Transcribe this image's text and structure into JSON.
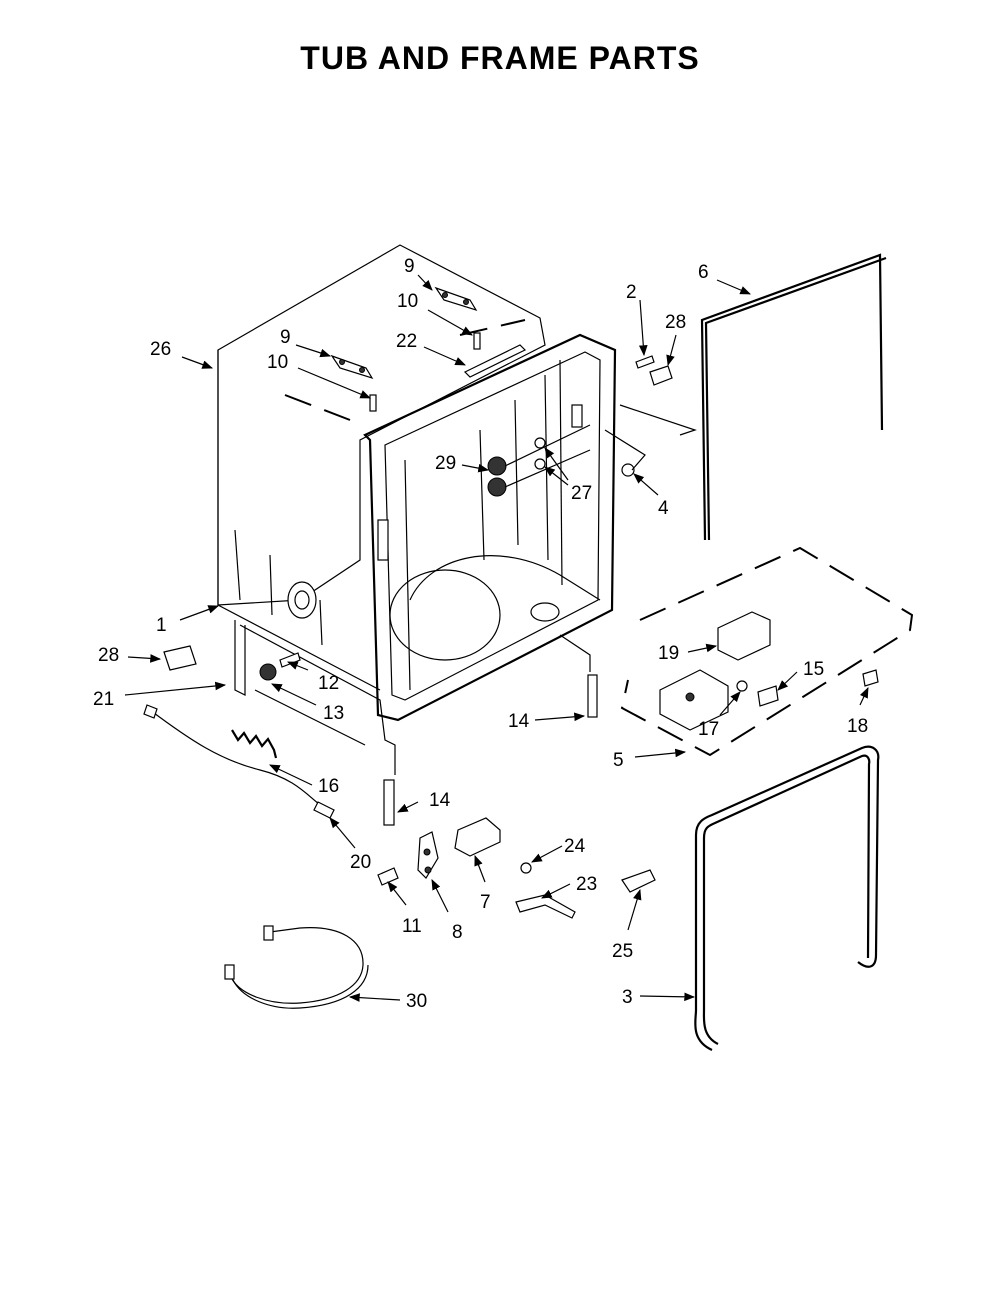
{
  "title": "TUB AND FRAME PARTS",
  "callouts": [
    {
      "id": "c1",
      "text": "1"
    },
    {
      "id": "c2",
      "text": "2"
    },
    {
      "id": "c3",
      "text": "3"
    },
    {
      "id": "c4",
      "text": "4"
    },
    {
      "id": "c5",
      "text": "5"
    },
    {
      "id": "c6",
      "text": "6"
    },
    {
      "id": "c7",
      "text": "7"
    },
    {
      "id": "c8",
      "text": "8"
    },
    {
      "id": "c9a",
      "text": "9"
    },
    {
      "id": "c9b",
      "text": "9"
    },
    {
      "id": "c10a",
      "text": "10"
    },
    {
      "id": "c10b",
      "text": "10"
    },
    {
      "id": "c11",
      "text": "11"
    },
    {
      "id": "c12",
      "text": "12"
    },
    {
      "id": "c13",
      "text": "13"
    },
    {
      "id": "c14a",
      "text": "14"
    },
    {
      "id": "c14b",
      "text": "14"
    },
    {
      "id": "c15",
      "text": "15"
    },
    {
      "id": "c16",
      "text": "16"
    },
    {
      "id": "c17",
      "text": "17"
    },
    {
      "id": "c18",
      "text": "18"
    },
    {
      "id": "c19",
      "text": "19"
    },
    {
      "id": "c20",
      "text": "20"
    },
    {
      "id": "c21",
      "text": "21"
    },
    {
      "id": "c22",
      "text": "22"
    },
    {
      "id": "c23",
      "text": "23"
    },
    {
      "id": "c24",
      "text": "24"
    },
    {
      "id": "c25",
      "text": "25"
    },
    {
      "id": "c26",
      "text": "26"
    },
    {
      "id": "c27",
      "text": "27"
    },
    {
      "id": "c28a",
      "text": "28"
    },
    {
      "id": "c28b",
      "text": "28"
    },
    {
      "id": "c29",
      "text": "29"
    },
    {
      "id": "c30",
      "text": "30"
    }
  ]
}
